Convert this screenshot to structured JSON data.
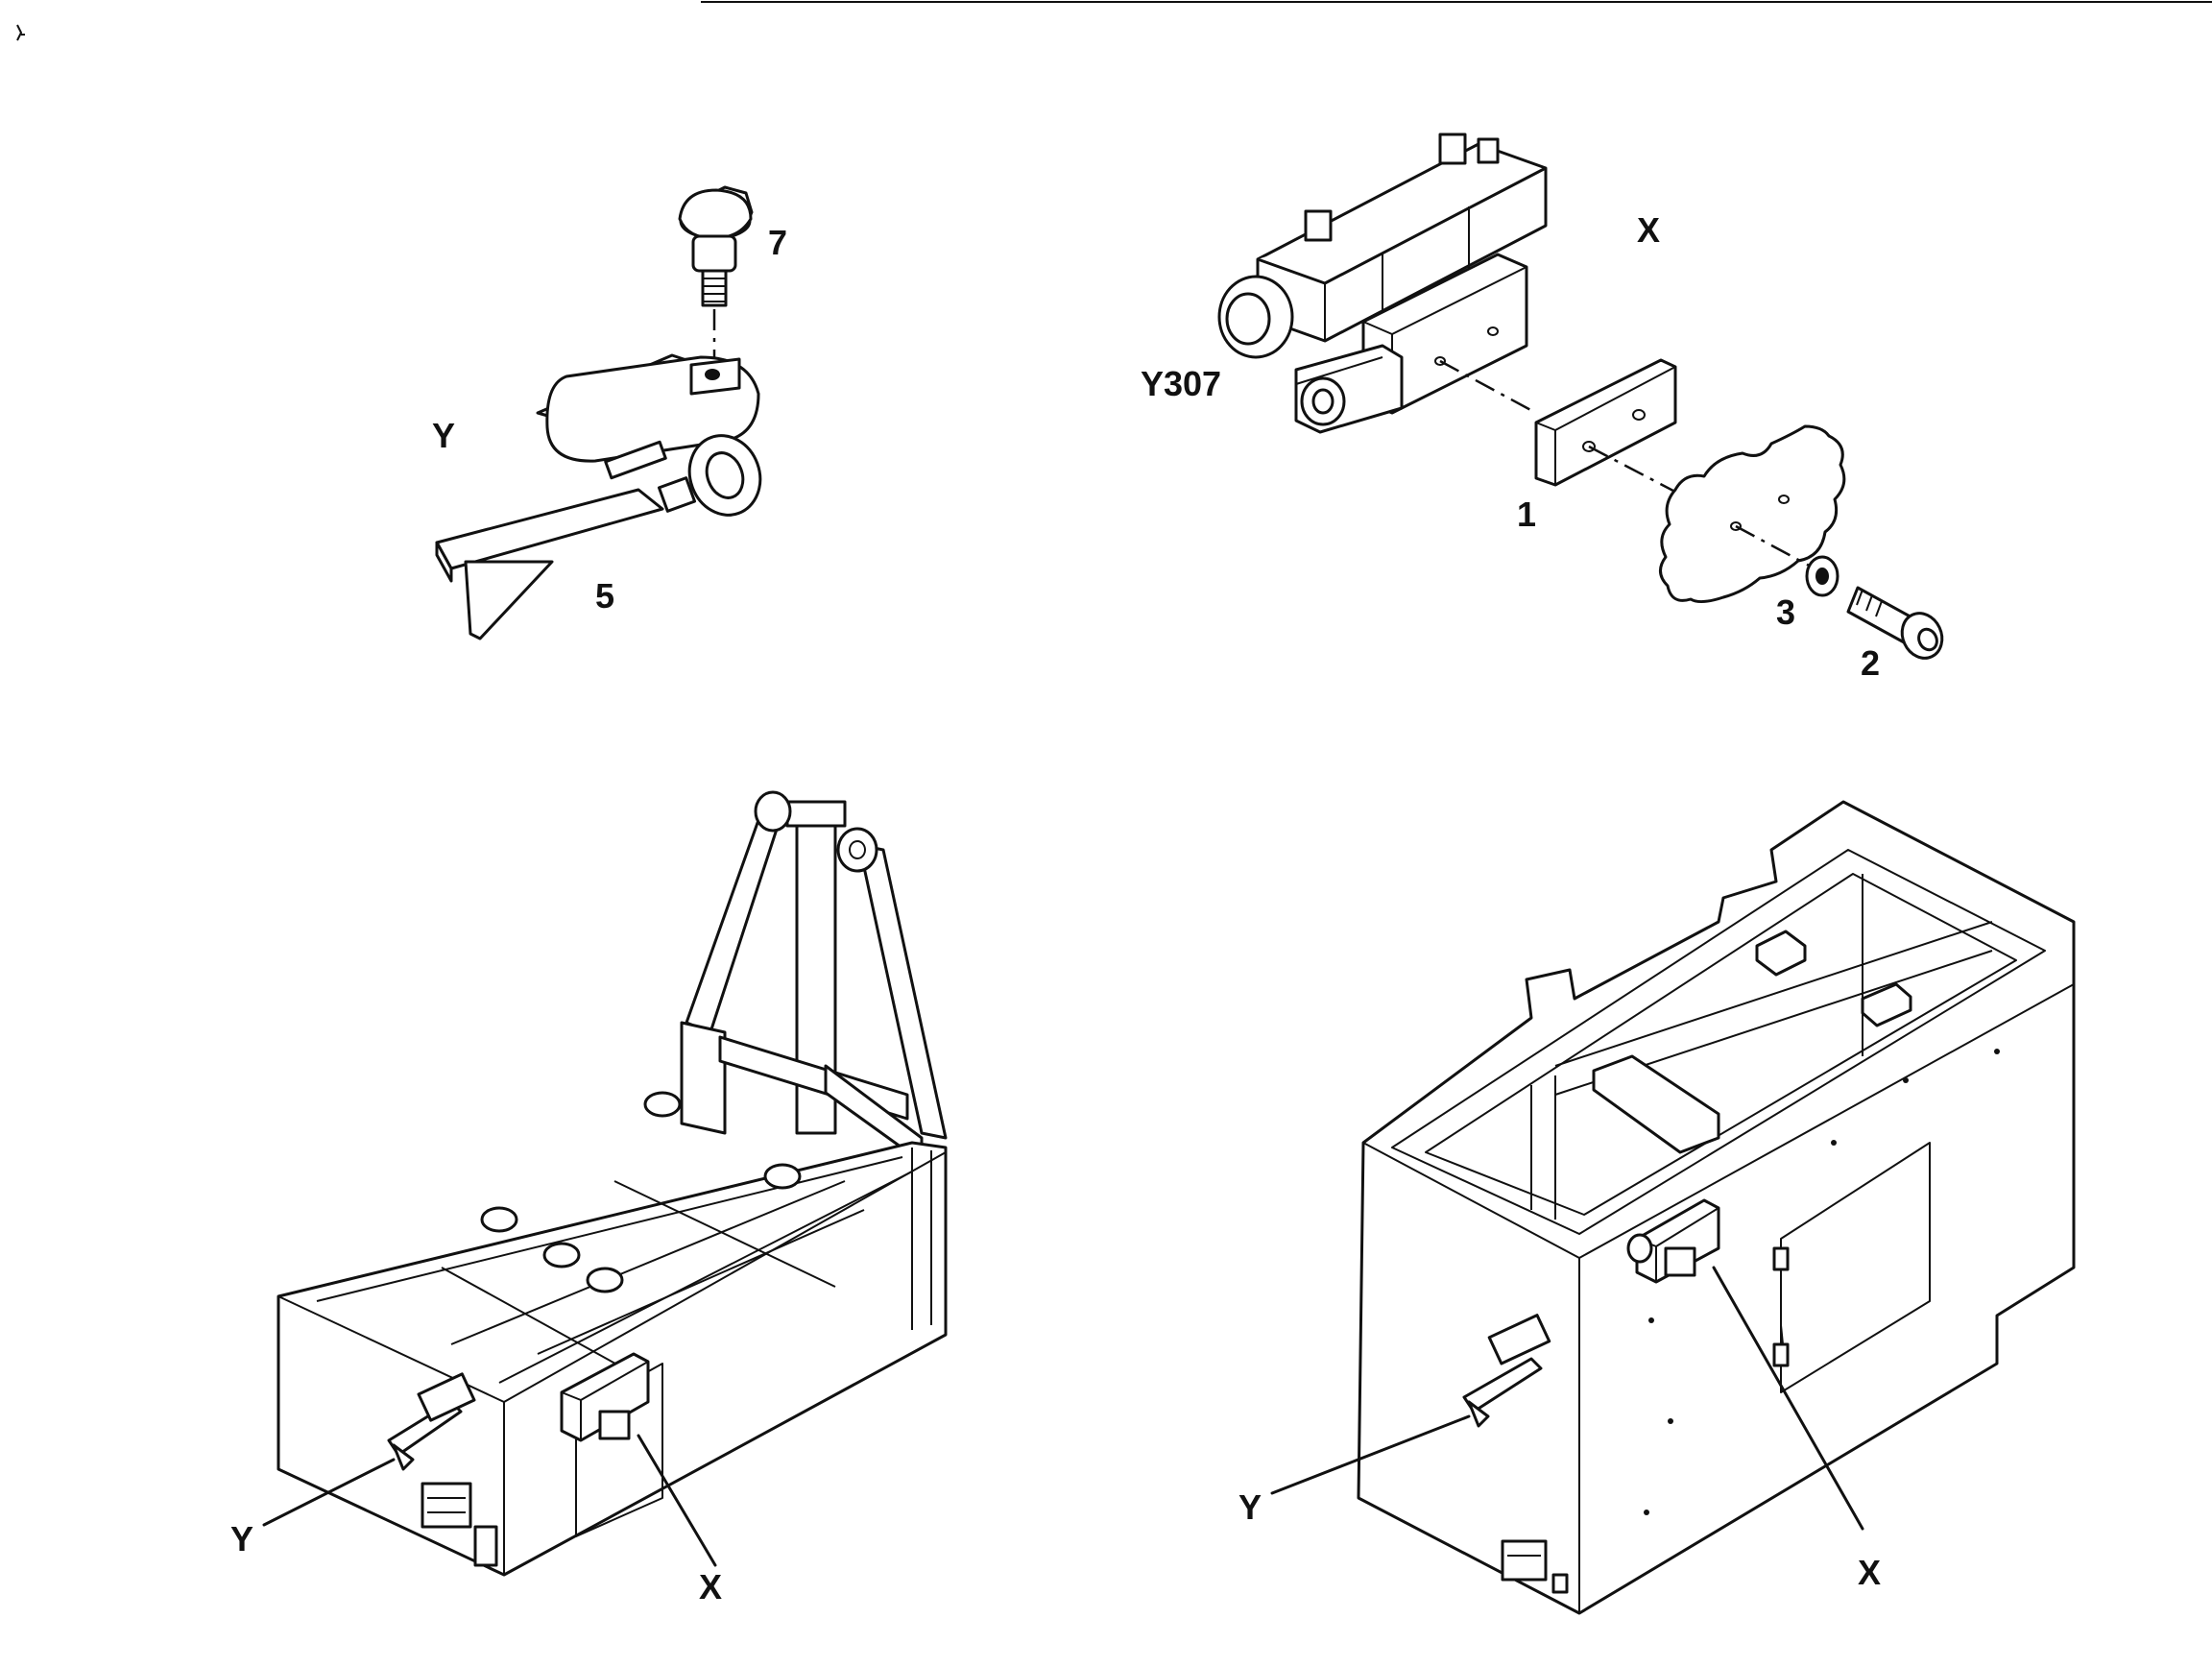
{
  "labels": {
    "detail_y": {
      "letter": "Y",
      "part_knob": "7",
      "part_bracket": "5"
    },
    "detail_x": {
      "letter": "X",
      "valve": "Y307",
      "part_plate": "1",
      "part_screw": "2",
      "part_washer": "3"
    },
    "left_frame": {
      "y": "Y",
      "x": "X"
    },
    "right_frame": {
      "y": "Y",
      "x": "X"
    }
  },
  "colors": {
    "ink": "#111111",
    "paper": "#ffffff"
  }
}
